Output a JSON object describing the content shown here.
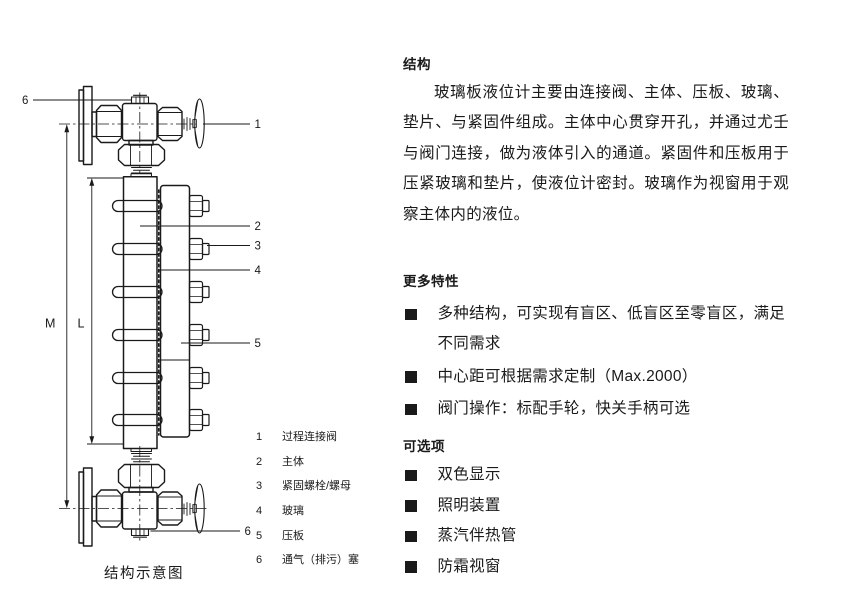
{
  "diagram": {
    "caption": "结构示意图",
    "callouts": {
      "c1": "1",
      "c2": "2",
      "c3": "3",
      "c4": "4",
      "c5": "5",
      "c6_top": "6",
      "c6_bottom": "6"
    },
    "dimensions": {
      "outer": "M",
      "inner": "L"
    },
    "legend": [
      {
        "num": "1",
        "label": "过程连接阀"
      },
      {
        "num": "2",
        "label": "主体"
      },
      {
        "num": "3",
        "label": "紧固螺栓/螺母"
      },
      {
        "num": "4",
        "label": "玻璃"
      },
      {
        "num": "5",
        "label": "压板"
      },
      {
        "num": "6",
        "label": "通气（排污）塞"
      }
    ]
  },
  "content": {
    "structure": {
      "heading": "结构",
      "body": "玻璃板液位计主要由连接阀、主体、压板、玻璃、垫片、与紧固件组成。主体中心贯穿开孔，并通过尤壬与阀门连接，做为液体引入的通道。紧固件和压板用于压紧玻璃和垫片，使液位计密封。玻璃作为视窗用于观察主体内的液位。"
    },
    "features": {
      "heading": "更多特性",
      "items": [
        "多种结构，可实现有盲区、低盲区至零盲区，满足不同需求",
        "中心距可根据需求定制（Max.2000）",
        "阀门操作：标配手轮，快关手柄可选"
      ]
    },
    "options": {
      "heading": "可选项",
      "items": [
        "双色显示",
        "照明装置",
        "蒸汽伴热管",
        "防霜视窗"
      ]
    }
  }
}
